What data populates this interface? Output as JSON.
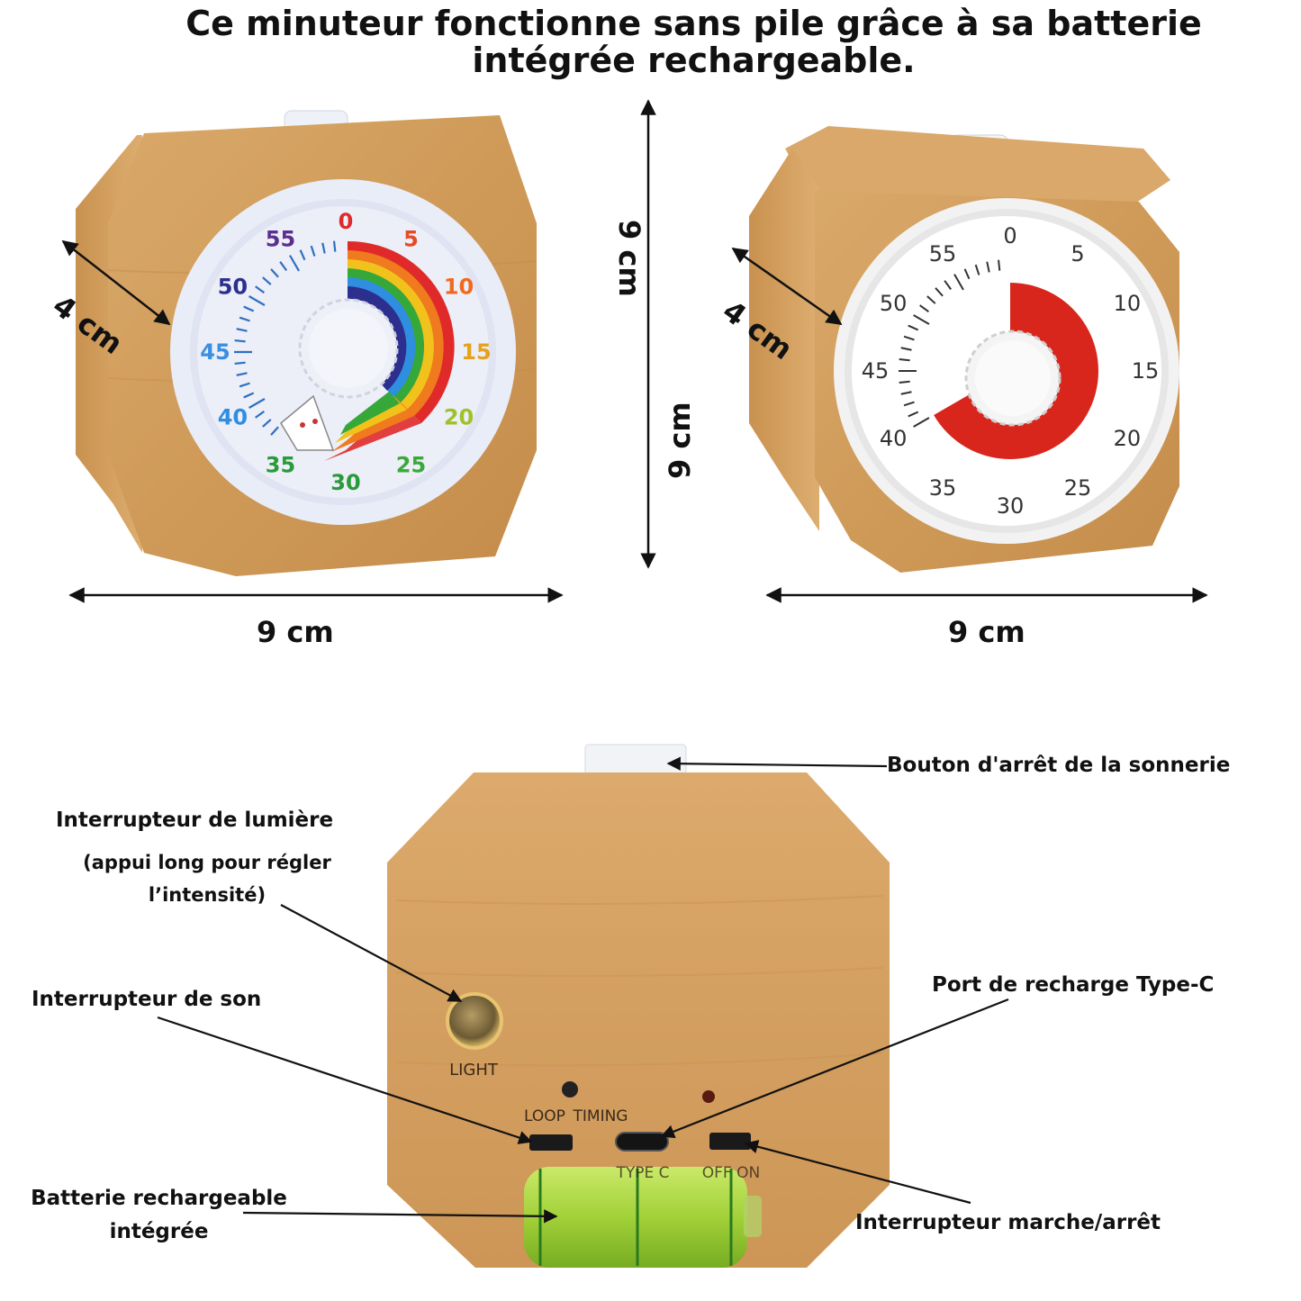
{
  "title": {
    "line1": "Ce minuteur fonctionne sans pile grâce à sa batterie",
    "line2": "intégrée rechargeable."
  },
  "dimensions": {
    "depth_left": "4 cm",
    "width_left": "9 cm",
    "height_top": "9 cm",
    "height_mid": "9 cm",
    "depth_right": "4 cm",
    "width_right": "9 cm"
  },
  "timer_left": {
    "ticks": [
      "0",
      "5",
      "10",
      "15",
      "20",
      "25",
      "30",
      "35",
      "40",
      "45",
      "50",
      "55"
    ],
    "tick_colors": [
      "#e02a2a",
      "#e84a25",
      "#f06a1e",
      "#e6a21a",
      "#9fc12a",
      "#3aa93a",
      "#2a9a3a",
      "#2a9a3a",
      "#2f8ee0",
      "#3a8fe0",
      "#2c2f8e",
      "#5a2f8e"
    ]
  },
  "timer_right": {
    "ticks": [
      "0",
      "5",
      "10",
      "15",
      "20",
      "25",
      "30",
      "35",
      "40",
      "45",
      "50",
      "55"
    ],
    "remaining_minutes": 40,
    "disc_color": "#d9261c"
  },
  "back_panel": {
    "light_label": "LIGHT",
    "loop_label": "LOOP",
    "timing_label": "TIMING",
    "typec_label": "TYPE C",
    "offon_label": "OFF ON"
  },
  "annotations": {
    "stop_button": "Bouton d'arrêt de la sonnerie",
    "light_switch": "Interrupteur de lumière",
    "light_switch_note1": "(appui long pour régler",
    "light_switch_note2": "l’intensité)",
    "sound_switch": "Interrupteur de son",
    "charge_port": "Port de recharge Type-C",
    "battery1": "Batterie rechargeable",
    "battery2": "intégrée",
    "power_switch": "Interrupteur marche/arrêt"
  }
}
